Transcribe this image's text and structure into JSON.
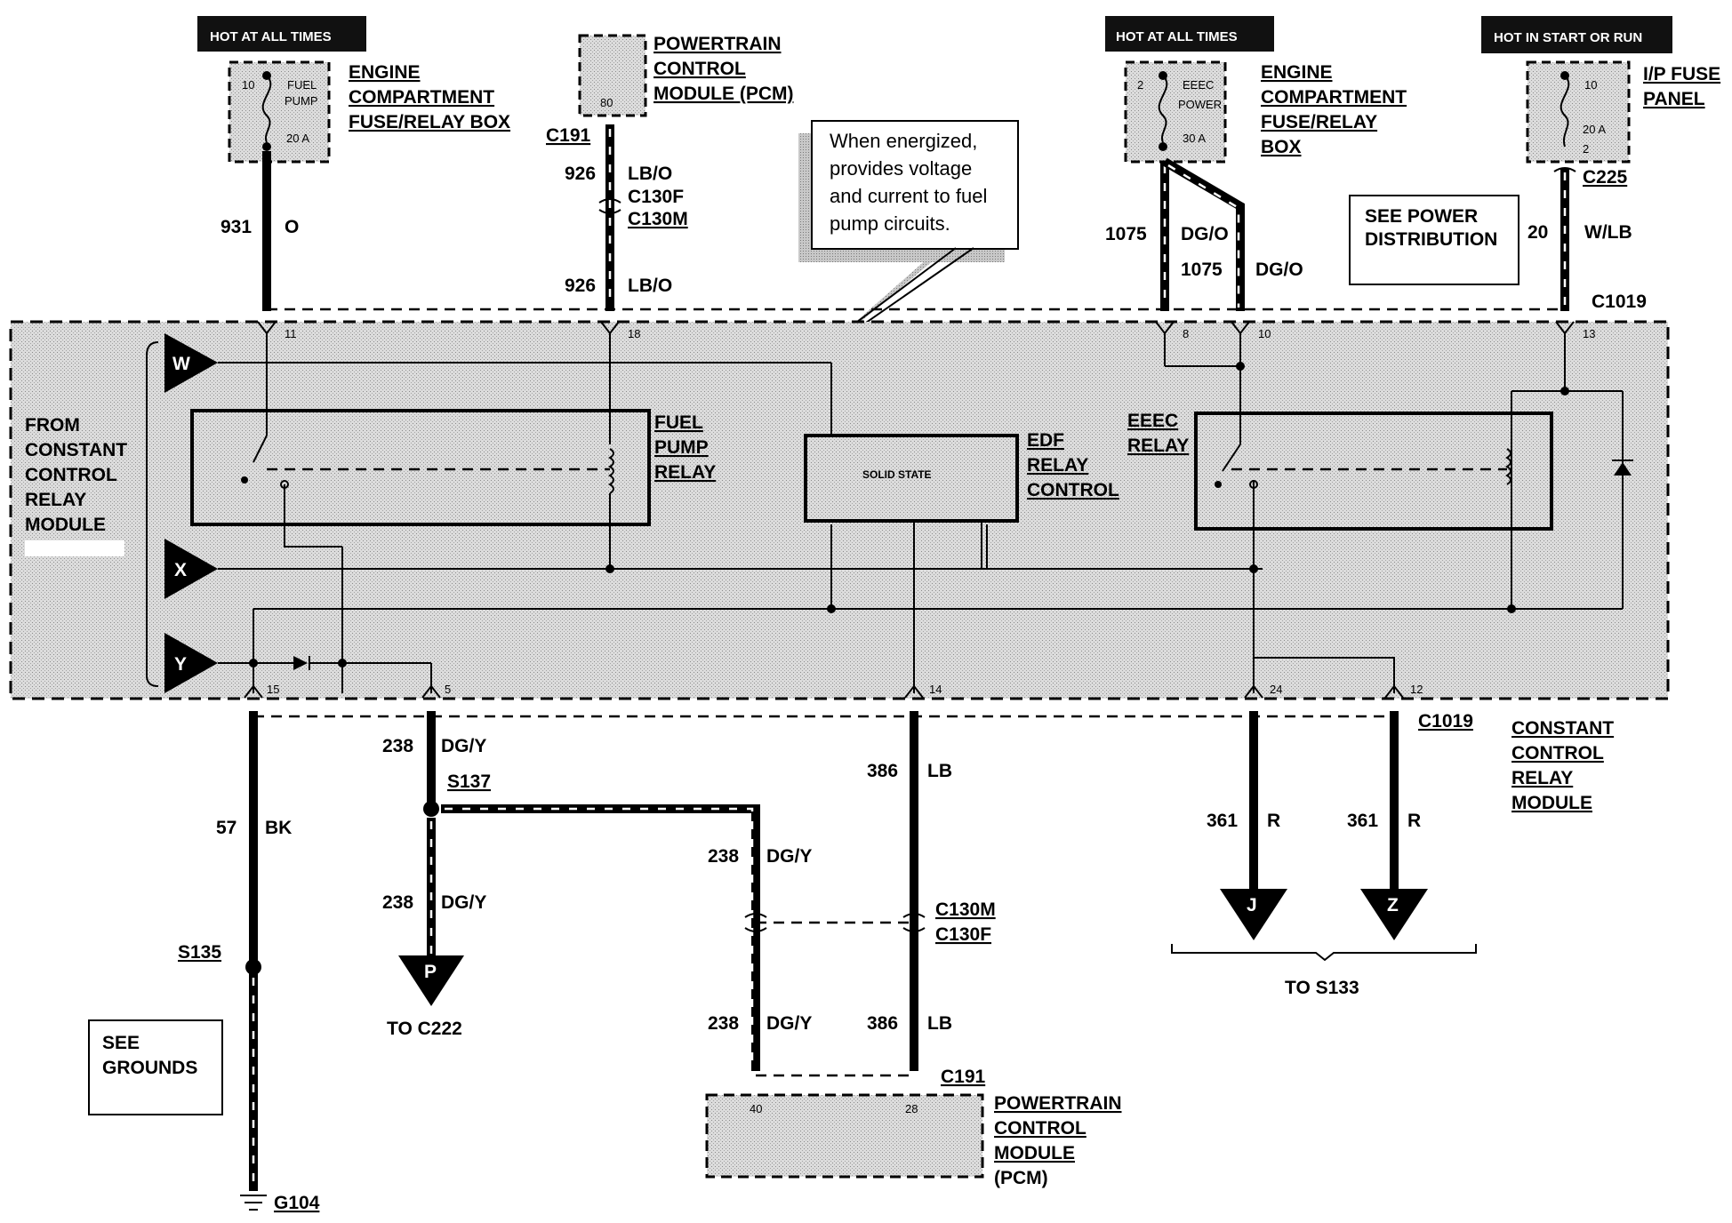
{
  "headers": {
    "fuel_pump_fuse": "HOT AT ALL TIMES",
    "eeec_fuse": "HOT AT ALL TIMES",
    "ip_fuse": "HOT IN START OR RUN"
  },
  "components": {
    "fuse_fuel_pump": {
      "num": "10",
      "name_l1": "FUEL",
      "name_l2": "PUMP",
      "rating": "20 A"
    },
    "eng_comp_box_1": {
      "l1": "ENGINE",
      "l2": "COMPARTMENT",
      "l3": "FUSE/RELAY BOX"
    },
    "pcm_top": {
      "l1": "POWERTRAIN",
      "l2": "CONTROL",
      "l3": "MODULE (PCM)",
      "pin": "80"
    },
    "fuse_eeec": {
      "num": "2",
      "name_l1": "EEEC",
      "name_l2": "POWER",
      "rating": "30 A"
    },
    "eng_comp_box_2": {
      "l1": "ENGINE",
      "l2": "COMPARTMENT",
      "l3": "FUSE/RELAY",
      "l4": "BOX"
    },
    "fuse_ip": {
      "num": "10",
      "rating": "20 A",
      "pin": "2"
    },
    "ip_fuse_panel": {
      "l1": "I/P FUSE",
      "l2": "PANEL"
    },
    "see_power": {
      "l1": "SEE POWER",
      "l2": "DISTRIBUTION"
    },
    "callout": {
      "l1": "When energized,",
      "l2": "provides voltage",
      "l3": "and current to fuel",
      "l4": "pump circuits."
    },
    "from_ccrm": {
      "l1": "FROM",
      "l2": "CONSTANT",
      "l3": "CONTROL",
      "l4": "RELAY",
      "l5": "MODULE"
    },
    "fuel_pump_relay": {
      "l1": "FUEL",
      "l2": "PUMP",
      "l3": "RELAY"
    },
    "solid_state": "SOLID STATE",
    "edf_relay": {
      "l1": "EDF",
      "l2": "RELAY",
      "l3": "CONTROL"
    },
    "eeec_relay": {
      "l1": "EEEC",
      "l2": "RELAY"
    },
    "ccrm": {
      "l1": "CONSTANT",
      "l2": "CONTROL",
      "l3": "RELAY",
      "l4": "MODULE"
    },
    "see_grounds": {
      "l1": "SEE",
      "l2": "GROUNDS"
    },
    "pcm_bottom": {
      "l1": "POWERTRAIN",
      "l2": "CONTROL",
      "l3": "MODULE",
      "l4": "(PCM)",
      "pin_a": "40",
      "pin_b": "28"
    }
  },
  "inputs": {
    "w": "W",
    "x": "X",
    "y": "Y"
  },
  "connectors": {
    "c191_top": "C191",
    "c130f_top": "C130F",
    "c130m_top": "C130M",
    "c1019_top": "C1019",
    "c225": "C225",
    "c1019_bottom": "C1019",
    "c130m_bottom": "C130M",
    "c130f_bottom": "C130F",
    "c191_bottom": "C191",
    "s137": "S137",
    "s135": "S135",
    "g104": "G104"
  },
  "pins": {
    "p11": "11",
    "p18": "18",
    "p8": "8",
    "p10": "10",
    "p13": "13",
    "p15": "15",
    "p5": "5",
    "p14": "14",
    "p24": "24",
    "p12": "12"
  },
  "wires": {
    "w931": {
      "circuit": "931",
      "color": "O"
    },
    "w926a": {
      "circuit": "926",
      "color": "LB/O"
    },
    "w926b": {
      "circuit": "926",
      "color": "LB/O"
    },
    "w1075a": {
      "circuit": "1075",
      "color": "DG/O"
    },
    "w1075b": {
      "circuit": "1075",
      "color": "DG/O"
    },
    "w20": {
      "circuit": "20",
      "color": "W/LB"
    },
    "w57": {
      "circuit": "57",
      "color": "BK"
    },
    "w238a": {
      "circuit": "238",
      "color": "DG/Y"
    },
    "w238b": {
      "circuit": "238",
      "color": "DG/Y"
    },
    "w238c": {
      "circuit": "238",
      "color": "DG/Y"
    },
    "w238d": {
      "circuit": "238",
      "color": "DG/Y"
    },
    "w386a": {
      "circuit": "386",
      "color": "LB"
    },
    "w386b": {
      "circuit": "386",
      "color": "LB"
    },
    "w361a": {
      "circuit": "361",
      "color": "R"
    },
    "w361b": {
      "circuit": "361",
      "color": "R"
    }
  },
  "destinations": {
    "p": "P",
    "to_c222": "TO C222",
    "j": "J",
    "z": "Z",
    "to_s133": "TO S133"
  }
}
